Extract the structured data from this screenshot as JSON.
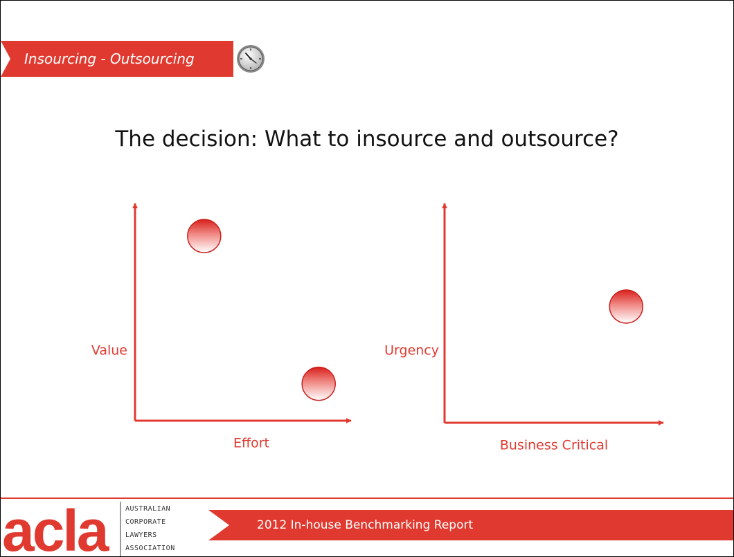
{
  "section": {
    "label": "Insourcing - Outsourcing"
  },
  "title": "The decision: What to insource and outsource?",
  "chart_data": [
    {
      "type": "scatter",
      "xlabel": "Effort",
      "ylabel": "Value",
      "xlim": [
        0,
        1
      ],
      "ylim": [
        0,
        1
      ],
      "points": [
        {
          "x": 0.32,
          "y": 0.85
        },
        {
          "x": 0.85,
          "y": 0.17
        }
      ]
    },
    {
      "type": "scatter",
      "xlabel": "Business Critical",
      "ylabel": "Urgency",
      "xlim": [
        0,
        1
      ],
      "ylim": [
        0,
        1
      ],
      "points": [
        {
          "x": 0.83,
          "y": 0.53
        }
      ]
    }
  ],
  "footer": {
    "report": "2012 In-house Benchmarking Report",
    "logo_word": "acla",
    "logo_lines": [
      "AUSTRALIAN",
      "CORPORATE",
      "LAWYERS",
      "ASSOCIATION"
    ]
  },
  "colors": {
    "accent": "#e03a30",
    "text": "#111111"
  },
  "icons": {
    "section": "clock-icon"
  }
}
